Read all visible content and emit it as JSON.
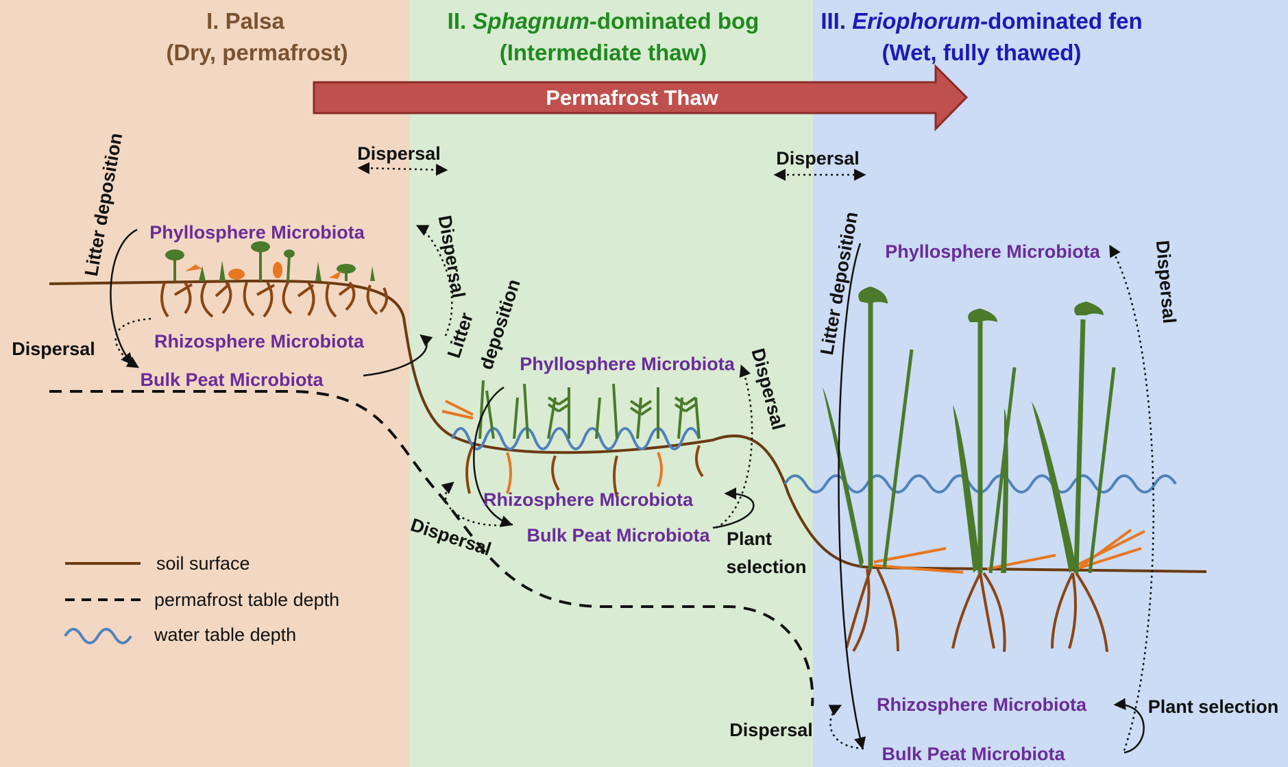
{
  "zones": [
    {
      "id": "palsa",
      "title_line1": "I. Palsa",
      "title_line2": "(Dry, permafrost)",
      "color": "#7a5230",
      "bg": "#f2d8c2"
    },
    {
      "id": "bog",
      "title_prefix": "II. ",
      "title_italic": "Sphagnum",
      "title_suffix": "-dominated bog",
      "title_line2": "(Intermediate thaw)",
      "color": "#1e8a1e",
      "bg": "#d9ebd2"
    },
    {
      "id": "fen",
      "title_prefix": "III. ",
      "title_italic": "Eriophorum",
      "title_suffix": "-dominated fen",
      "title_line2": "(Wet, fully thawed)",
      "color": "#1a1ab8",
      "bg": "#cbdcf4"
    }
  ],
  "thaw_arrow": {
    "label": "Permafrost Thaw",
    "color": "#c0504d",
    "border": "#8b2a28"
  },
  "labels": {
    "phyllosphere": "Phyllosphere  Microbiota",
    "rhizosphere": "Rhizosphere  Microbiota",
    "bulk_peat": "Bulk Peat Microbiota",
    "dispersal": "Dispersal",
    "litter_deposition": "Litter deposition",
    "litter": "Litter",
    "deposition": "deposition",
    "plant": "Plant",
    "selection": "selection",
    "plant_selection": "Plant selection"
  },
  "legend": [
    {
      "label": "soil surface",
      "style": "solid",
      "color": "#6b3a12"
    },
    {
      "label": "permafrost table depth",
      "style": "dashed",
      "color": "#111111"
    },
    {
      "label": "water table depth",
      "style": "wavy",
      "color": "#4f81bd"
    }
  ],
  "colors": {
    "soil": "#6b3a12",
    "root_brown": "#8b4513",
    "root_orange": "#e87722",
    "plant_green": "#4a7a2a",
    "water": "#4f81bd",
    "microbiota_text": "#6a2c9a"
  }
}
